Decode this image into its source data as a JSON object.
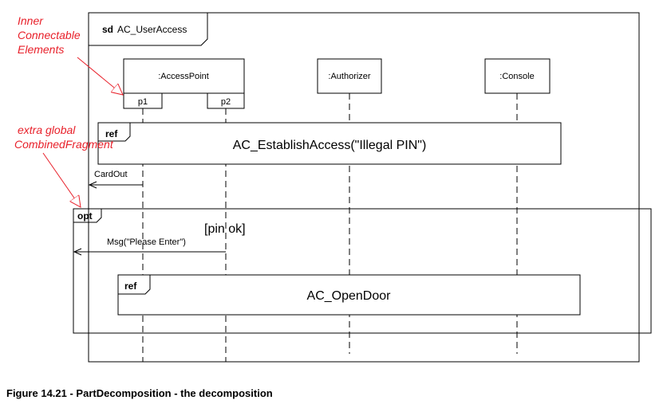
{
  "frame": {
    "keyword": "sd",
    "name": "AC_UserAccess"
  },
  "lifelines": {
    "access_point": ":AccessPoint",
    "authorizer": ":Authorizer",
    "console": ":Console"
  },
  "ports": {
    "p1": "p1",
    "p2": "p2"
  },
  "ref1": {
    "keyword": "ref",
    "name": "AC_EstablishAccess(\"Illegal PIN\")"
  },
  "messages": {
    "card_out": "CardOut",
    "msg_please_enter": "Msg(\"Please Enter\")"
  },
  "opt": {
    "keyword": "opt",
    "guard": "[pin ok]"
  },
  "ref2": {
    "keyword": "ref",
    "name": "AC_OpenDoor"
  },
  "annotations": {
    "inner_line1": "Inner",
    "inner_line2": "Connectable",
    "inner_line3": "Elements",
    "extra_line1": "extra global",
    "extra_line2": "CombinedFragment"
  },
  "caption": "Figure 14.21 - PartDecomposition - the decomposition",
  "colors": {
    "annotation": "#e8202a",
    "lines": "#000000"
  }
}
